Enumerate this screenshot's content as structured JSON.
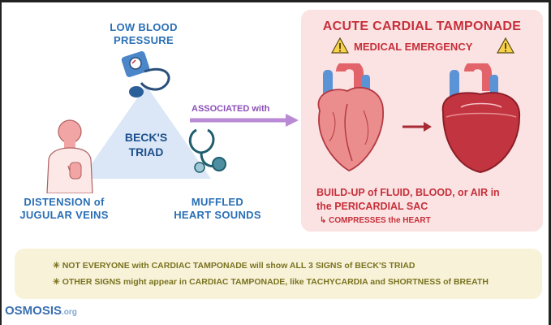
{
  "labels": {
    "low_bp": "LOW BLOOD\nPRESSURE",
    "beck": "BECK'S\nTRIAD",
    "distension": "DISTENSION of\nJUGULAR VEINS",
    "muffled": "MUFFLED\nHEART SOUNDS",
    "associated": "ASSOCIATED with"
  },
  "panel": {
    "title": "ACUTE CARDIAL TAMPONADE",
    "emergency": "MEDICAL EMERGENCY",
    "fluid_line1": "BUILD-UP of FLUID, BLOOD, or AIR in",
    "fluid_line2": "the PERICARDIAL SAC",
    "compresses": "↳ COMPRESSES the HEART"
  },
  "notes": {
    "line1": "✳ NOT EVERYONE with CARDIAC TAMPONADE will show ALL 3 SIGNS of BECK'S TRIAD",
    "line2": "✳ OTHER SIGNS might appear in CARDIAC TAMPONADE, like TACHYCARDIA and SHORTNESS of BREATH"
  },
  "logo": {
    "brand": "OSMOSIS",
    "suffix": ".org"
  },
  "colors": {
    "blue": "#2a6fb5",
    "red": "#c62f3a",
    "purple": "#8a4fb8",
    "panel_bg": "#fbe3e3",
    "note_bg": "#f8f2d9"
  }
}
